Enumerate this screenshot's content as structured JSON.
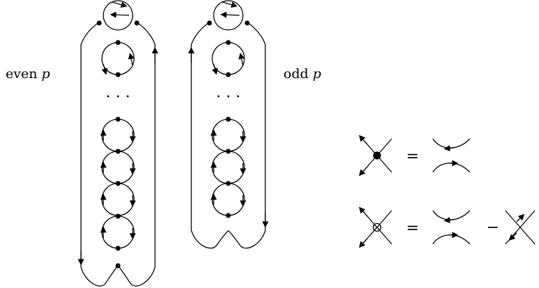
{
  "labels": {
    "even_text": "even",
    "odd_text": "odd",
    "variable": "p",
    "dots": "· · ·",
    "equals": "=",
    "minus": "−"
  }
}
